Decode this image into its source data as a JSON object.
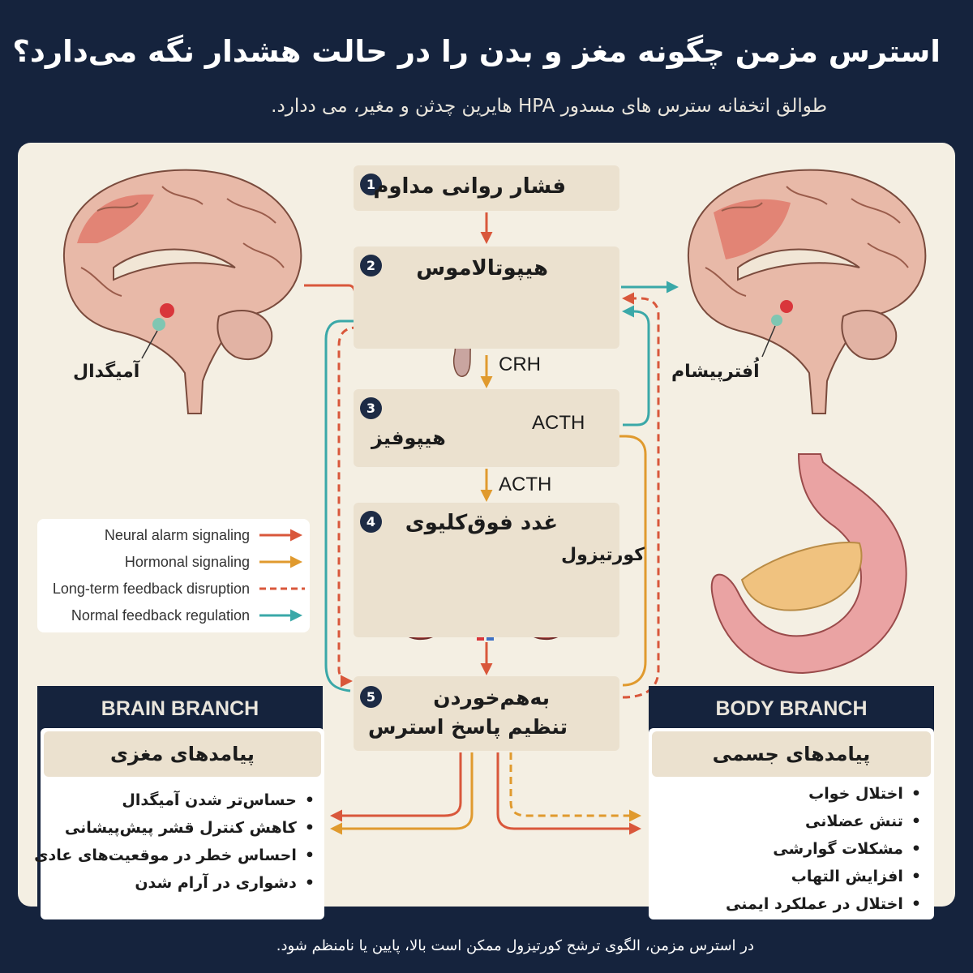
{
  "title": "استرس مزمن چگونه مغز و بدن را در حالت هشدار نگه می‌دارد؟",
  "subtitle": "طوالق اتخفانه سترس های مسدور HPA هایرین چدثن و مغیر، می ددارد.",
  "steps": [
    {
      "num": "1",
      "label": "فشار روانی مداوم"
    },
    {
      "num": "2",
      "label": "هیپوتالاموس"
    },
    {
      "num": "3",
      "label": "هیپوفیز"
    },
    {
      "num": "4",
      "label": "غدد فوق‌کلیوی"
    },
    {
      "num": "5",
      "label": "به‌هم‌خوردن",
      "label2": "تنظیم پاسخ استرس"
    }
  ],
  "hormones": {
    "crh": "CRH",
    "acth_side": "ACTH",
    "acth": "ACTH",
    "cortisol": "کورتیزول"
  },
  "brain_labels": {
    "left": "آمیگدال",
    "right": "اُفترپیشام"
  },
  "legend": [
    {
      "label": "Neural alarm signaling",
      "color": "#d9573b",
      "style": "solid"
    },
    {
      "label": "Hormonal signaling",
      "color": "#e09a2e",
      "style": "solid"
    },
    {
      "label": "Long-term feedback disruption",
      "color": "#d9573b",
      "style": "dashed"
    },
    {
      "label": "Normal feedback regulation",
      "color": "#3aa8a8",
      "style": "solid"
    }
  ],
  "brain_branch": {
    "title": "BRAIN BRANCH",
    "heading": "پیامدهای مغزی",
    "items": [
      "حساس‌تر شدن آمیگدال",
      "کاهش کنترل قشر پیش‌پیشانی",
      "احساس خطر در موقعیت‌های عادی",
      "دشواری در آرام شدن"
    ]
  },
  "body_branch": {
    "title": "BODY BRANCH",
    "heading": "پیامدهای جسمی",
    "items": [
      "اختلال خواب",
      "تنش عضلانی",
      "مشکلات گوارشی",
      "افزایش التهاب",
      "اختلال در عملکرد ایمنی"
    ]
  },
  "footer": "در استرس مزمن، الگوی ترشح کورتیزول ممکن است بالا، پایین یا نامنظم شود.",
  "colors": {
    "background": "#15233d",
    "panel": "#f4efe3",
    "step_box": "#ebe1cf",
    "neural": "#d9573b",
    "hormonal": "#e09a2e",
    "normal": "#3aa8a8"
  }
}
